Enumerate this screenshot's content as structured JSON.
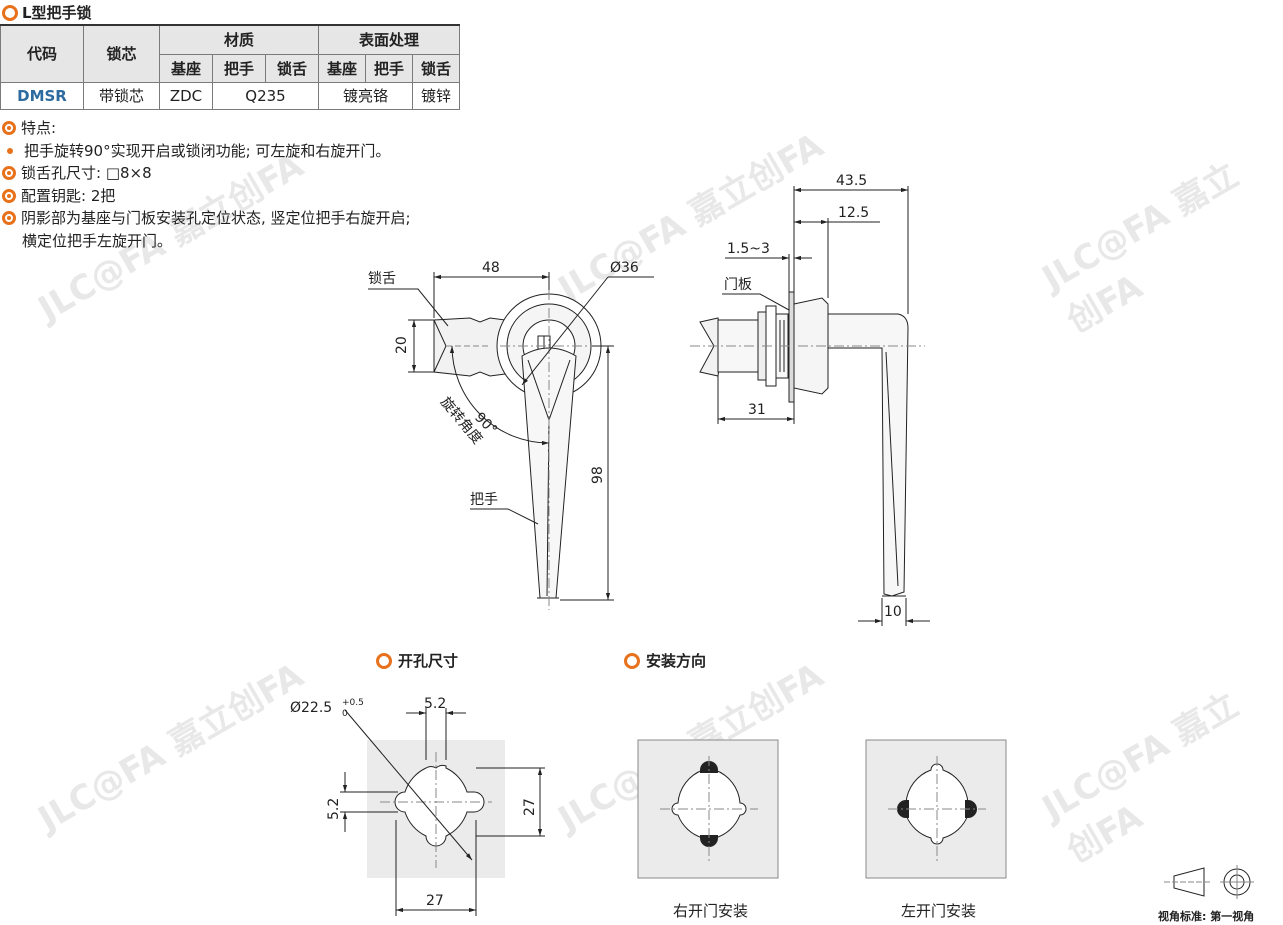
{
  "title": "L型把手锁",
  "table": {
    "headers": {
      "code": "代码",
      "core": "锁芯",
      "material": "材质",
      "surface": "表面处理",
      "base": "基座",
      "handle": "把手",
      "tongue": "锁舌",
      "base2": "基座",
      "handle2": "把手",
      "tongue2": "锁舌"
    },
    "row": {
      "code": "DMSR",
      "core": "带锁芯",
      "base_material": "ZDC",
      "handle_tongue_material": "Q235",
      "base_handle_surface": "镀亮铬",
      "tongue_surface": "镀锌"
    }
  },
  "features": {
    "heading": "特点:",
    "bullet1": "把手旋转90°实现开启或锁闭功能; 可左旋和右旋开门。",
    "hole": "锁舌孔尺寸: □8×8",
    "keys": "配置钥匙: 2把",
    "shade_line1": "阴影部为基座与门板安装孔定位状态, 竖定位把手右旋开启;",
    "shade_line2": "横定位把手左旋开门。"
  },
  "front_view": {
    "tongue_label": "锁舌",
    "dim_48": "48",
    "dim_dia36": "Ø36",
    "dim_20": "20",
    "angle": "90°",
    "rotation_label": "旋转角度",
    "dim_98": "98",
    "handle_label": "把手"
  },
  "side_view": {
    "dim_43_5": "43.5",
    "dim_12_5": "12.5",
    "dim_1_5_3": "1.5~3",
    "door_label": "门板",
    "dim_31": "31",
    "dim_10": "10"
  },
  "cutout": {
    "heading": "开孔尺寸",
    "dia": "Ø22.5",
    "tol_upper": "+0.5",
    "tol_lower": "0",
    "dim_5_2_top": "5.2",
    "dim_5_2_left": "5.2",
    "dim_27_right": "27",
    "dim_27_bottom": "27"
  },
  "install": {
    "heading": "安装方向",
    "right": "右开门安装",
    "left": "左开门安装"
  },
  "watermark": "JLC@FA 嘉立创FA",
  "view_standard": "视角标准: 第一视角",
  "colors": {
    "accent": "#e8711b",
    "code_blue": "#2c6aa0",
    "shade": "#e6e6e6"
  }
}
